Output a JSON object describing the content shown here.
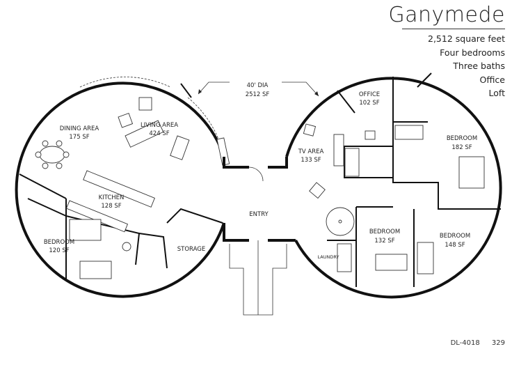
{
  "header": {
    "title": "Ganymede",
    "specs": [
      "2,512 square feet",
      "Four bedrooms",
      "Three baths",
      "Office",
      "Loft"
    ]
  },
  "plan": {
    "dimension": "40' DIA",
    "total_area": "2512 SF",
    "rooms": {
      "dining": {
        "name": "DINING AREA",
        "area": "175 SF"
      },
      "living": {
        "name": "LIVING AREA",
        "area": "424 SF"
      },
      "kitchen": {
        "name": "KITCHEN",
        "area": "128 SF"
      },
      "bedroom_left": {
        "name": "BEDROOM",
        "area": "120 SF"
      },
      "storage": {
        "name": "STORAGE"
      },
      "entry": {
        "name": "ENTRY"
      },
      "office": {
        "name": "OFFICE",
        "area": "102 SF"
      },
      "tv": {
        "name": "TV AREA",
        "area": "133 SF"
      },
      "bedroom_182": {
        "name": "BEDROOM",
        "area": "182 SF"
      },
      "bedroom_132": {
        "name": "BEDROOM",
        "area": "132 SF"
      },
      "bedroom_148": {
        "name": "BEDROOM",
        "area": "148 SF"
      },
      "laundry": {
        "name": "LAUNDRY"
      }
    }
  },
  "footer": {
    "plan_code": "DL-4018",
    "page": "329"
  }
}
